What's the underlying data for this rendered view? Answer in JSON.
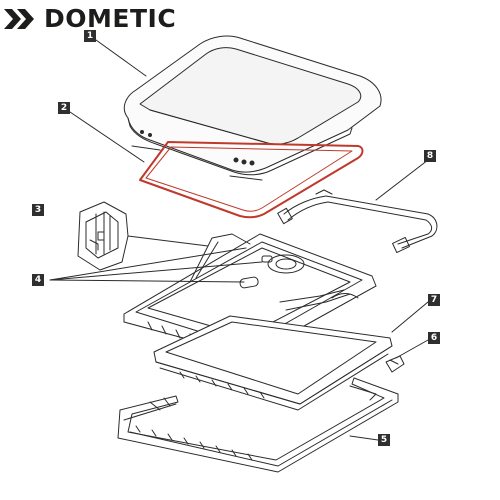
{
  "brand": {
    "name": "DOMETIC",
    "logo_icon": "dometic-chevrons-icon",
    "color": "#1d1d1b"
  },
  "callouts": [
    {
      "id": "1",
      "part": "dome-cover"
    },
    {
      "id": "2",
      "part": "seal-gasket"
    },
    {
      "id": "3",
      "part": "hinge-detail"
    },
    {
      "id": "4",
      "part": "locking-buttons"
    },
    {
      "id": "5",
      "part": "outer-mounting-frame"
    },
    {
      "id": "6",
      "part": "clip"
    },
    {
      "id": "7",
      "part": "inner-frame"
    },
    {
      "id": "8",
      "part": "handle-bar"
    }
  ],
  "colors": {
    "line": "#2b2b2b",
    "seal": "#c0392b",
    "callout_bg": "#2f2f2f"
  }
}
